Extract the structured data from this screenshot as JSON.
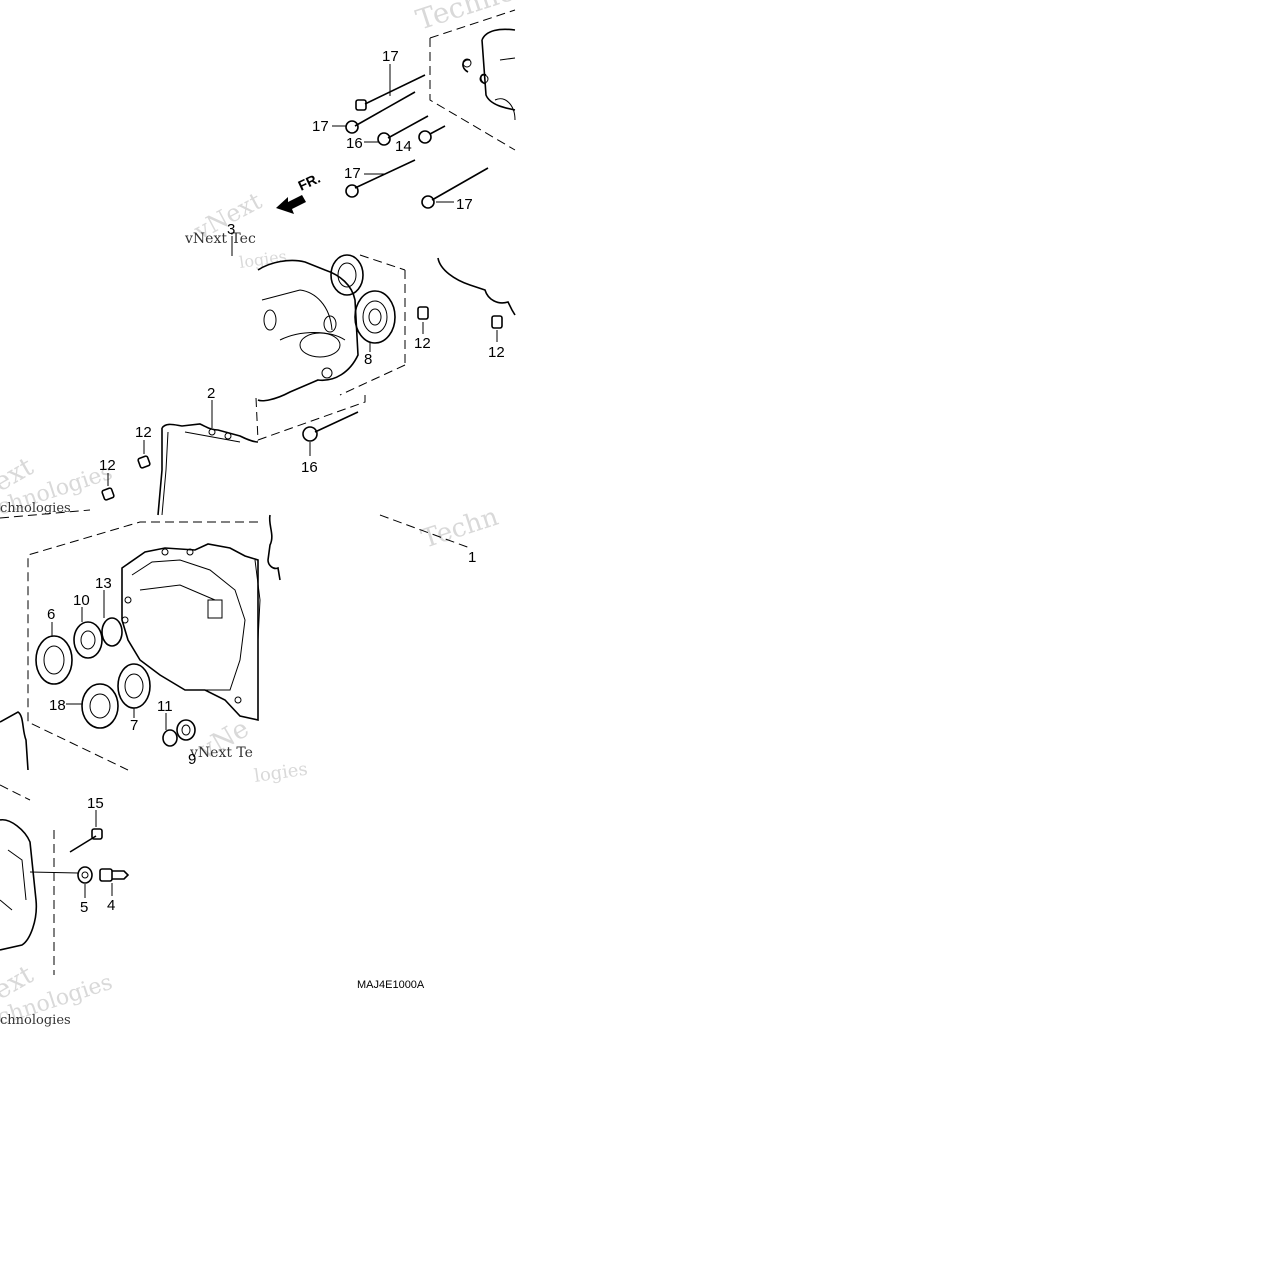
{
  "diagram": {
    "figure_code": "MAJ4E1000A",
    "direction_label": "FR.",
    "watermark": "vNext Technologies",
    "callouts": {
      "c1": "1",
      "c2": "2",
      "c3": "3",
      "c4": "4",
      "c5": "5",
      "c6": "6",
      "c7": "7",
      "c8": "8",
      "c9": "9",
      "c10": "10",
      "c11": "11",
      "c12a": "12",
      "c12b": "12",
      "c12c": "12",
      "c12d": "12",
      "c13": "13",
      "c14": "14",
      "c15": "15",
      "c16a": "16",
      "c16b": "16",
      "c17a": "17",
      "c17b": "17",
      "c17c": "17",
      "c17d": "17",
      "c18": "18"
    }
  }
}
